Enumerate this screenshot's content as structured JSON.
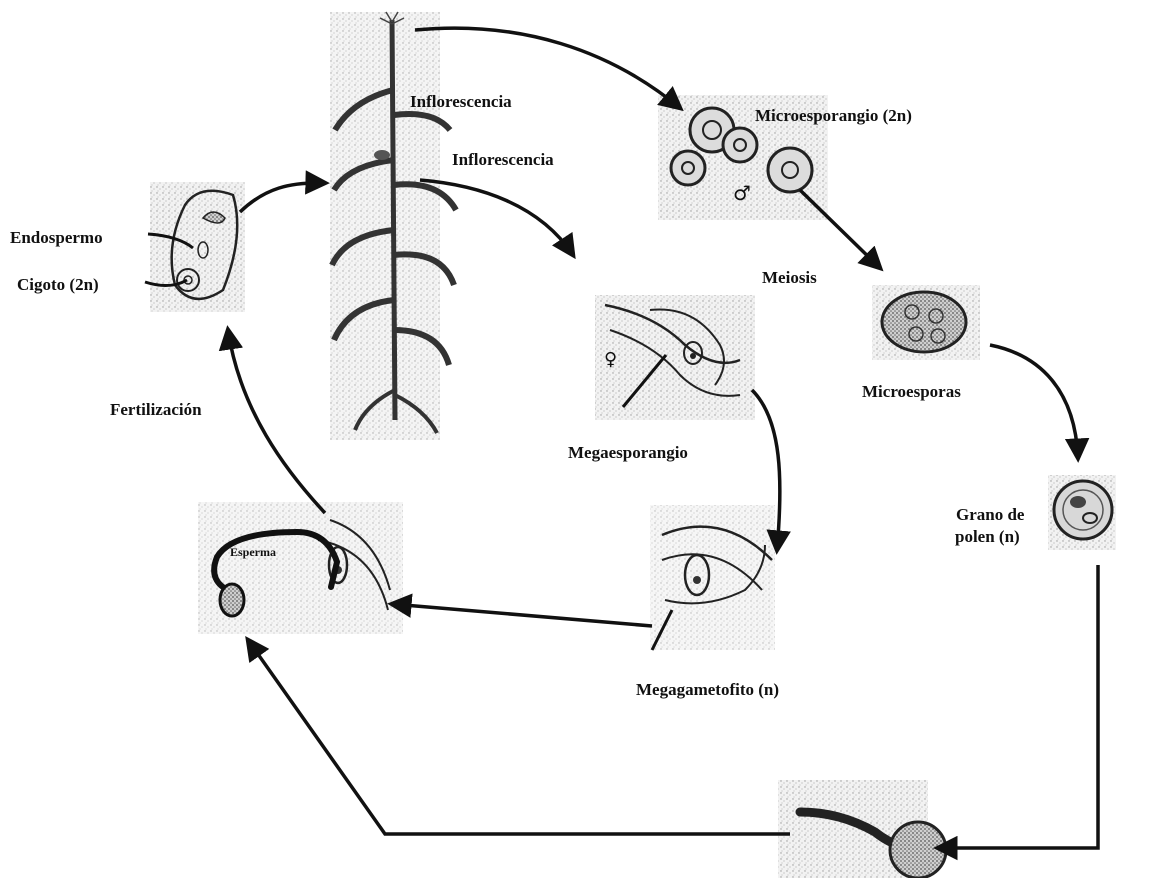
{
  "diagram": {
    "labels": {
      "inflorescencia_1": "Inflorescencia",
      "inflorescencia_2": "Inflorescencia",
      "microesporangio": "Microesporangio (2n)",
      "meiosis": "Meiosis",
      "microesporas": "Microesporas",
      "grano_de_polen_line1": "Grano de",
      "grano_de_polen_line2": "polen (n)",
      "megaesporangio": "Megaesporangio",
      "megagametofito": "Megagametofito (n)",
      "esperma": "Esperma",
      "fertilizacion": "Fertilización",
      "endospermo": "Endospermo",
      "cigoto": "Cigoto (2n)"
    },
    "symbols": {
      "male": "♂",
      "female": "♀"
    }
  }
}
